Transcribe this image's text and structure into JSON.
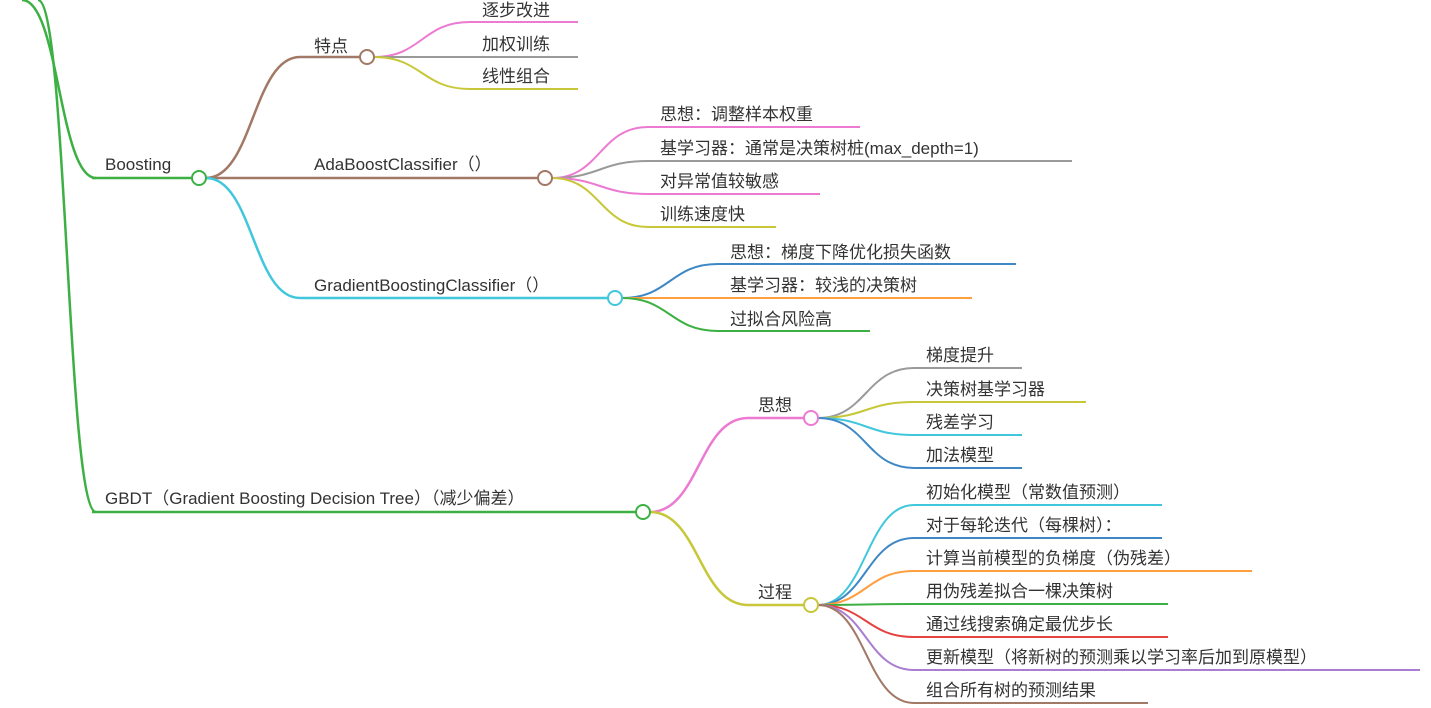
{
  "colors": {
    "green": "#3cb043",
    "brown": "#a27866",
    "cyan": "#41c7dc",
    "pink": "#ec7ad2",
    "gray": "#9a9a9a",
    "olive": "#c7c739",
    "blue": "#3f88c5",
    "orange": "#ff9e3d",
    "red": "#e5433f",
    "purple": "#a97ed2",
    "text": "#333333"
  },
  "mindmap": {
    "boosting": {
      "label": "Boosting",
      "features": {
        "label": "特点",
        "items": [
          "逐步改进",
          "加权训练",
          "线性组合"
        ]
      },
      "adaboost": {
        "label": "AdaBoostClassifier（）",
        "items": [
          "思想：调整样本权重",
          "基学习器：通常是决策树桩(max_depth=1)",
          "对异常值较敏感",
          "训练速度快"
        ]
      },
      "gbc": {
        "label": "GradientBoostingClassifier（）",
        "items": [
          "思想：梯度下降优化损失函数",
          "基学习器：较浅的决策树",
          "过拟合风险高"
        ]
      }
    },
    "gbdt": {
      "label": "GBDT（Gradient Boosting Decision Tree）（减少偏差）",
      "idea": {
        "label": "思想",
        "items": [
          "梯度提升",
          "决策树基学习器",
          "残差学习",
          "加法模型"
        ]
      },
      "process": {
        "label": "过程",
        "items": [
          "初始化模型（常数值预测）",
          "对于每轮迭代（每棵树）：",
          "计算当前模型的负梯度（伪残差）",
          "用伪残差拟合一棵决策树",
          "通过线搜索确定最优步长",
          "更新模型（将新树的预测乘以学习率后加到原模型）",
          "组合所有树的预测结果"
        ]
      }
    }
  }
}
